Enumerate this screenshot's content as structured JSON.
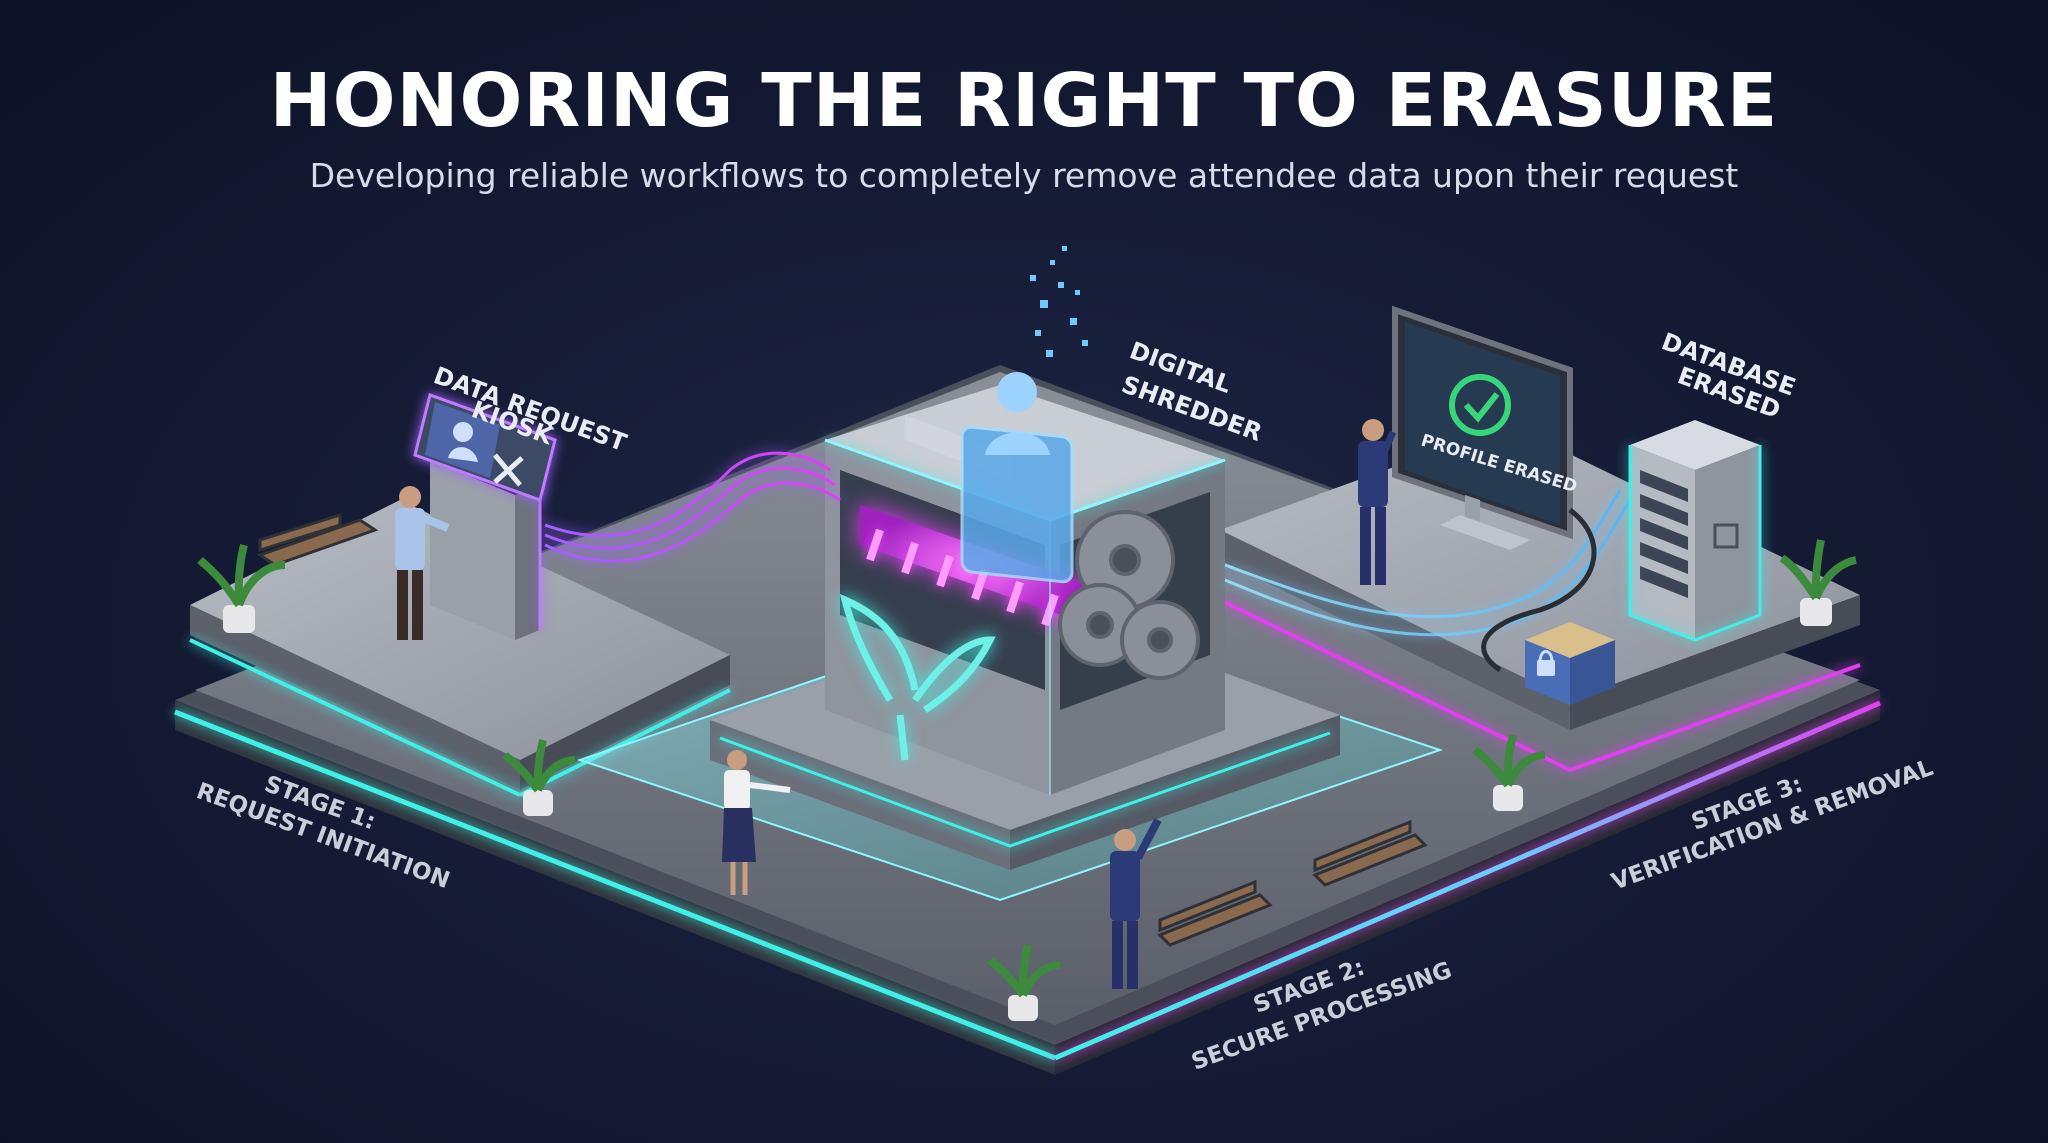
{
  "header": {
    "title": "HONORING THE RIGHT TO ERASURE",
    "subtitle": "Developing reliable workflows to completely remove attendee data upon their request"
  },
  "labels": {
    "kiosk_line1": "DATA REQUEST",
    "kiosk_line2": "KIOSK",
    "shredder_line1": "DIGITAL",
    "shredder_line2": "SHREDDER",
    "database_line1": "DATABASE",
    "database_line2": "ERASED",
    "monitor_text": "PROFILE ERASED"
  },
  "stages": {
    "stage1_line1": "STAGE 1:",
    "stage1_line2": "REQUEST INITIATION",
    "stage2_line1": "STAGE 2:",
    "stage2_line2": "SECURE PROCESSING",
    "stage3_line1": "STAGE 3:",
    "stage3_line2": "VERIFICATION & REMOVAL"
  },
  "colors": {
    "background": "#141a33",
    "accent_cyan": "#3ff0e6",
    "accent_magenta": "#e040f0",
    "accent_purple": "#a060ff",
    "check_green": "#37d67a"
  }
}
